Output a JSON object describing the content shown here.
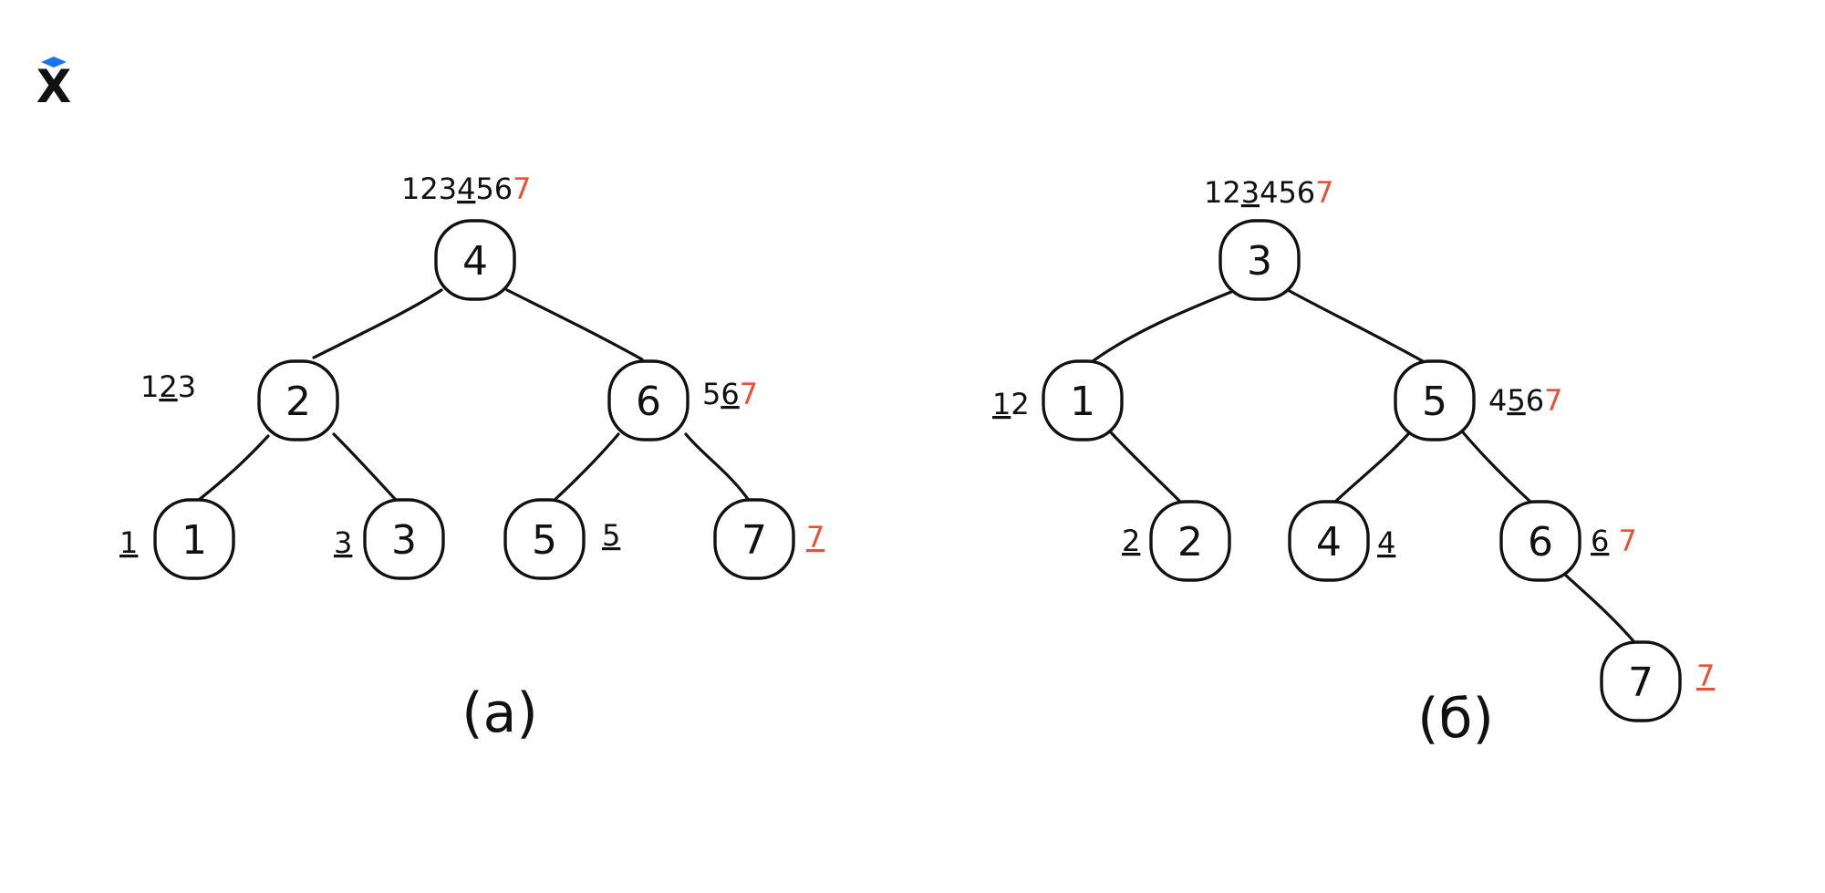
{
  "logo": {
    "text": "X",
    "accent": "#1a73e8"
  },
  "colors": {
    "ink": "#111111",
    "red": "#e8503a"
  },
  "diagrams": [
    {
      "caption": "(a)",
      "nodes": [
        "4",
        "2",
        "6",
        "1",
        "3",
        "5",
        "7"
      ],
      "annotations": [
        [
          {
            "t": "123"
          },
          {
            "t": "4",
            "u": true
          },
          {
            "t": "56"
          },
          {
            "t": "7",
            "red": true
          }
        ],
        [
          {
            "t": "1"
          },
          {
            "t": "2",
            "u": true
          },
          {
            "t": "3"
          }
        ],
        [
          {
            "t": "5"
          },
          {
            "t": "6",
            "u": true
          },
          {
            "t": "7",
            "red": true
          }
        ],
        [
          {
            "t": "1",
            "u": true
          }
        ],
        [
          {
            "t": "3",
            "u": true
          }
        ],
        [
          {
            "t": "5",
            "u": true
          }
        ],
        [
          {
            "t": "7",
            "u": true,
            "red": true
          }
        ]
      ]
    },
    {
      "caption": "(б)",
      "nodes": [
        "3",
        "1",
        "5",
        "2",
        "4",
        "6",
        "7"
      ],
      "annotations": [
        [
          {
            "t": "12"
          },
          {
            "t": "3",
            "u": true
          },
          {
            "t": "456"
          },
          {
            "t": "7",
            "red": true
          }
        ],
        [
          {
            "t": "1",
            "u": true
          },
          {
            "t": "2"
          }
        ],
        [
          {
            "t": "4"
          },
          {
            "t": "5",
            "u": true
          },
          {
            "t": "6"
          },
          {
            "t": "7",
            "red": true
          }
        ],
        [
          {
            "t": "2",
            "u": true
          }
        ],
        [
          {
            "t": "4",
            "u": true
          }
        ],
        [
          {
            "t": "6",
            "u": true
          },
          {
            "t": " "
          },
          {
            "t": "7",
            "red": true
          }
        ],
        [
          {
            "t": "7",
            "u": true,
            "red": true
          }
        ]
      ]
    }
  ]
}
